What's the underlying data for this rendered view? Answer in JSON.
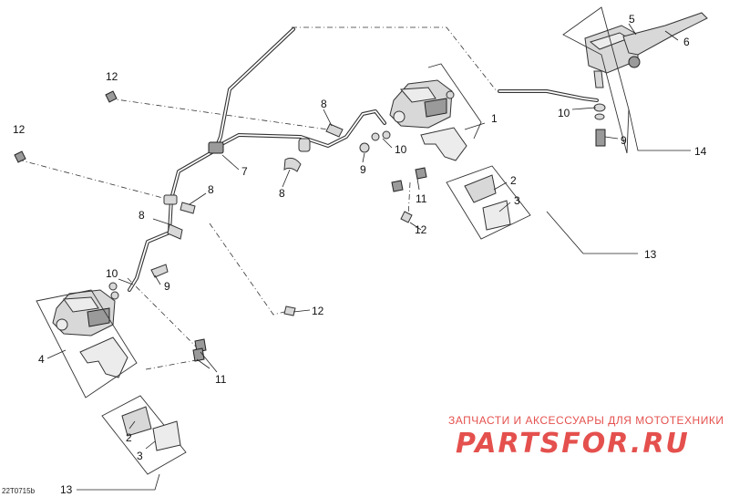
{
  "diagram": {
    "callouts": [
      {
        "id": "c1",
        "text": "1"
      },
      {
        "id": "c5",
        "text": "5"
      },
      {
        "id": "c6",
        "text": "6"
      },
      {
        "id": "c7",
        "text": "7"
      },
      {
        "id": "c8a",
        "text": "8"
      },
      {
        "id": "c8b",
        "text": "8"
      },
      {
        "id": "c8c",
        "text": "8"
      },
      {
        "id": "c8d",
        "text": "8"
      },
      {
        "id": "c9a",
        "text": "9"
      },
      {
        "id": "c9b",
        "text": "9"
      },
      {
        "id": "c9c",
        "text": "9"
      },
      {
        "id": "c10a",
        "text": "10"
      },
      {
        "id": "c10b",
        "text": "10"
      },
      {
        "id": "c10c",
        "text": "10"
      },
      {
        "id": "c11a",
        "text": "11"
      },
      {
        "id": "c11b",
        "text": "11"
      },
      {
        "id": "c12a",
        "text": "12"
      },
      {
        "id": "c12b",
        "text": "12"
      },
      {
        "id": "c12c",
        "text": "12"
      },
      {
        "id": "c12d",
        "text": "12"
      },
      {
        "id": "c13a",
        "text": "13"
      },
      {
        "id": "c13b",
        "text": "13"
      },
      {
        "id": "c14",
        "text": "14"
      },
      {
        "id": "c2a",
        "text": "2"
      },
      {
        "id": "c2b",
        "text": "2"
      },
      {
        "id": "c3a",
        "text": "3"
      },
      {
        "id": "c3b",
        "text": "3"
      },
      {
        "id": "c4",
        "text": "4"
      }
    ],
    "figure_code": "22T0715b"
  },
  "watermark": {
    "slogan": "ЗАПЧАСТИ И АКСЕССУАРЫ ДЛЯ МОТОТЕХНИКИ",
    "brand": "PARTSFOR.RU",
    "color": "#e0322f"
  }
}
